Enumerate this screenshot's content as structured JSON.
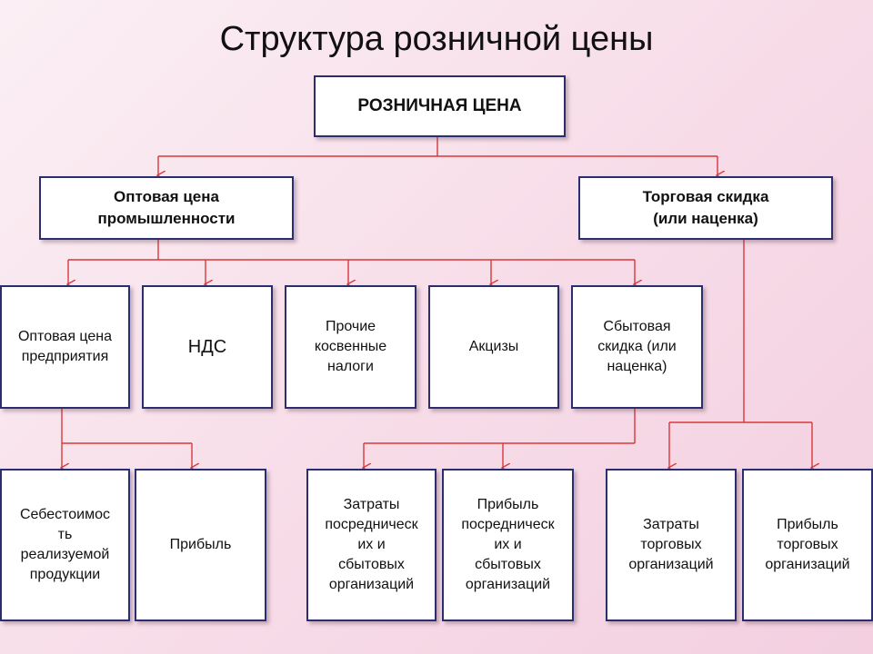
{
  "title": "Структура розничной цены",
  "root": "РОЗНИЧНАЯ ЦЕНА",
  "level1": {
    "wholesale_industry": "Оптовая цена\nпромышленности",
    "trade_discount": "Торговая скидка\n(или наценка)"
  },
  "level2": {
    "wholesale_enterprise": "Оптовая цена\nпредприятия",
    "vat": "НДС",
    "other_taxes": "Прочие\nкосвенные\nналоги",
    "excise": "Акцизы",
    "sales_discount": "Сбытовая\nскидка (или\nнаценка)"
  },
  "level3": {
    "cost": "Себестоимос\nть\nреализуемой\nпродукции",
    "profit": "Прибыль",
    "intermediary_costs": "Затраты\nпосредническ\nих и\nсбытовых\nорганизаций",
    "intermediary_profit": "Прибыль\nпосредническ\nих и\nсбытовых\nорганизаций",
    "trade_costs": "Затраты\nторговых\nорганизаций",
    "trade_profit": "Прибыль\nторговых\nорганизаций"
  },
  "colors": {
    "connector": "#d8383a",
    "box_border": "#2a2e6e"
  }
}
